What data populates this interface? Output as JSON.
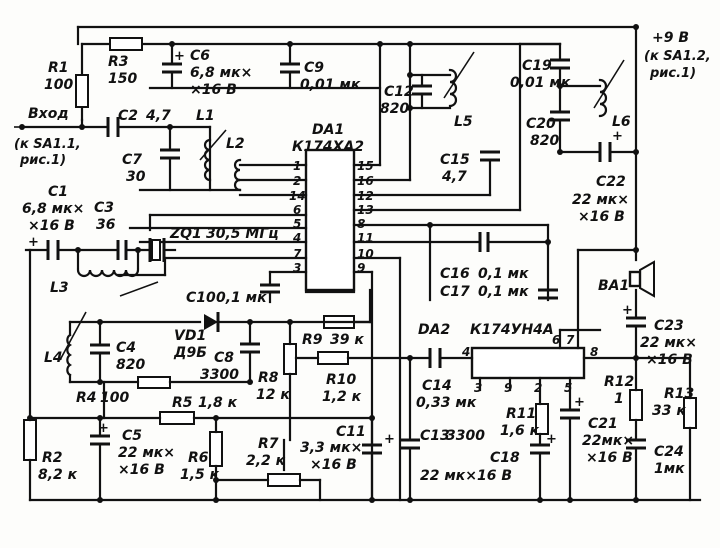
{
  "supply": {
    "voltage": "+9 В",
    "ref": "(к SA1.2,",
    "ref2": "рис.1)"
  },
  "input": {
    "label": "Вход",
    "ref": "(к SA1.1,",
    "ref2": "рис.1)"
  },
  "ics": [
    {
      "ref": "DA1",
      "part": "К174ХА2"
    },
    {
      "ref": "DA2",
      "part": "К174УН4А"
    }
  ],
  "da1_pins_left": [
    "1",
    "2",
    "14",
    "6",
    "5",
    "4",
    "7",
    "3"
  ],
  "da1_pins_right": [
    "15",
    "16",
    "12",
    "13",
    "8",
    "11",
    "10",
    "9"
  ],
  "da2_pins": [
    "4",
    "6",
    "7",
    "8",
    "3",
    "9",
    "2",
    "5"
  ],
  "resistors": {
    "R1": {
      "ref": "R1",
      "value": "100"
    },
    "R2": {
      "ref": "R2",
      "value": "8,2 к"
    },
    "R3": {
      "ref": "R3",
      "value": "150"
    },
    "R4": {
      "ref": "R4",
      "value": "100"
    },
    "R5": {
      "ref": "R5",
      "value": "1,8 к"
    },
    "R6": {
      "ref": "R6",
      "value": "1,5 к"
    },
    "R7": {
      "ref": "R7",
      "value": "2,2 к"
    },
    "R8": {
      "ref": "R8",
      "value": "12 к"
    },
    "R9": {
      "ref": "R9",
      "value": "39 к"
    },
    "R10": {
      "ref": "R10",
      "value": "1,2 к"
    },
    "R11": {
      "ref": "R11",
      "value": "1,6 к"
    },
    "R12": {
      "ref": "R12",
      "value": "1"
    },
    "R13": {
      "ref": "R13",
      "value": "33 к"
    }
  },
  "capacitors": {
    "C1": {
      "ref": "C1",
      "value": "6,8 мк×",
      "rating": "×16 В"
    },
    "C2": {
      "ref": "C2",
      "value": "4,7"
    },
    "C3": {
      "ref": "C3",
      "value": "36"
    },
    "C4": {
      "ref": "C4",
      "value": "820"
    },
    "C5": {
      "ref": "C5",
      "value": "22 мк×",
      "rating": "×16 В"
    },
    "C6": {
      "ref": "C6",
      "value": "6,8 мк×",
      "rating": "×16 В"
    },
    "C7": {
      "ref": "C7",
      "value": "30"
    },
    "C8": {
      "ref": "C8",
      "value": "3300"
    },
    "C9": {
      "ref": "C9",
      "value": "0,01 мк"
    },
    "C10": {
      "ref": "C10",
      "value": "0,1 мк"
    },
    "C11": {
      "ref": "C11",
      "value": "3,3 мк×",
      "rating": "×16 В"
    },
    "C12": {
      "ref": "C12",
      "value": "820"
    },
    "C13": {
      "ref": "C13",
      "value": "3300"
    },
    "C14": {
      "ref": "C14",
      "value": "0,33 мк"
    },
    "C15": {
      "ref": "C15",
      "value": "4,7"
    },
    "C16": {
      "ref": "C16",
      "value": "0,1 мк"
    },
    "C17": {
      "ref": "C17",
      "value": "0,1 мк"
    },
    "C18": {
      "ref": "C18",
      "value": "22 мк×16 В"
    },
    "C19": {
      "ref": "C19",
      "value": "0,01 мк"
    },
    "C20": {
      "ref": "C20",
      "value": "820"
    },
    "C21": {
      "ref": "C21",
      "value": "22мк×",
      "rating": "×16 В"
    },
    "C22": {
      "ref": "C22",
      "value": "22 мк×",
      "rating": "×16 В"
    },
    "C23": {
      "ref": "C23",
      "value": "22 мк×",
      "rating": "×16 В"
    },
    "C24": {
      "ref": "C24",
      "value": "1мк"
    }
  },
  "inductors": {
    "L1": "L1",
    "L2": "L2",
    "L3": "L3",
    "L4": "L4",
    "L5": "L5",
    "L6": "L6"
  },
  "diode": {
    "ref": "VD1",
    "part": "Д9Б"
  },
  "filter": {
    "ref": "ZQ1",
    "value": "30,5 МГц"
  },
  "speaker": {
    "ref": "BA1"
  }
}
